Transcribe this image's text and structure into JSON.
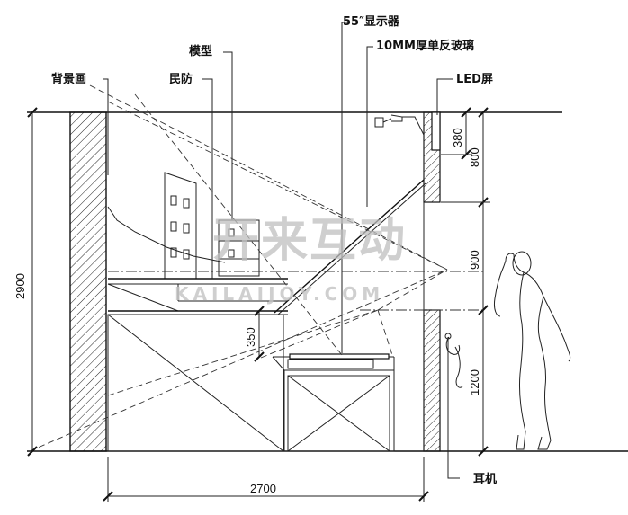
{
  "labels": {
    "background_painting": "背景画",
    "model": "模型",
    "houses": "民防",
    "display_55": "55″显示器",
    "glass": "10MM厚单反玻璃",
    "led_screen": "LED屏",
    "earphone": "耳机"
  },
  "dimensions": {
    "total_height": "2900",
    "width": "2700",
    "led_380": "380",
    "top_800": "800",
    "mid_900": "900",
    "bottom_1200": "1200",
    "shelf_350": "350"
  },
  "watermark": {
    "chinese": "开来互动",
    "english": "KAILAIJOY.COM"
  }
}
